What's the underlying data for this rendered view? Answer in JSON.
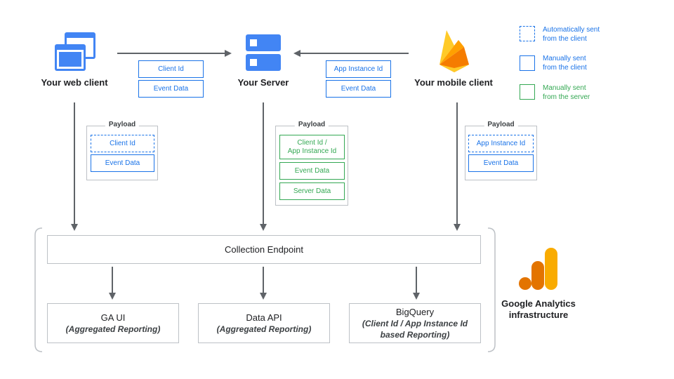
{
  "nodes": {
    "web_client": "Your web client",
    "server": "Your Server",
    "mobile_client": "Your mobile client"
  },
  "web_to_server_tags": [
    "Client Id",
    "Event Data"
  ],
  "mobile_to_server_tags": [
    "App Instance Id",
    "Event Data"
  ],
  "payloads": {
    "web": {
      "title": "Payload",
      "items": [
        "Client Id",
        "Event Data"
      ]
    },
    "server": {
      "title": "Payload",
      "items": [
        "Client Id /",
        "App Instance Id",
        "Event Data",
        "Server Data"
      ]
    },
    "mobile": {
      "title": "Payload",
      "items": [
        "App Instance Id",
        "Event Data"
      ]
    }
  },
  "collection_endpoint": "Collection Endpoint",
  "destinations": [
    {
      "title": "GA UI",
      "subtitle": "(Aggregated Reporting)"
    },
    {
      "title": "Data API",
      "subtitle": "(Aggregated Reporting)"
    },
    {
      "title": "BigQuery",
      "subtitle": "(Client Id / App Instance Id",
      "subtitle2": "based Reporting)"
    }
  ],
  "infrastructure_label": [
    "Google Analytics",
    "infrastructure"
  ],
  "legend": [
    {
      "line1": "Automatically sent",
      "line2": "from the client",
      "style": "dashed",
      "color": "#1a73e8"
    },
    {
      "line1": "Manually sent",
      "line2": "from the client",
      "style": "solid",
      "color": "#1a73e8"
    },
    {
      "line1": "Manually sent",
      "line2": "from the server",
      "style": "solid",
      "color": "#34a853"
    }
  ],
  "colors": {
    "blue": "#1a73e8",
    "green": "#34a853",
    "arrow": "#5f6368",
    "border": "#bdc1c6",
    "ga_orange": "#f9ab00",
    "ga_dark_orange": "#e37400"
  },
  "icons": {
    "web_client": "browser-windows-icon",
    "server": "server-stack-icon",
    "mobile_client": "firebase-flame-icon",
    "analytics": "google-analytics-bars-icon"
  }
}
